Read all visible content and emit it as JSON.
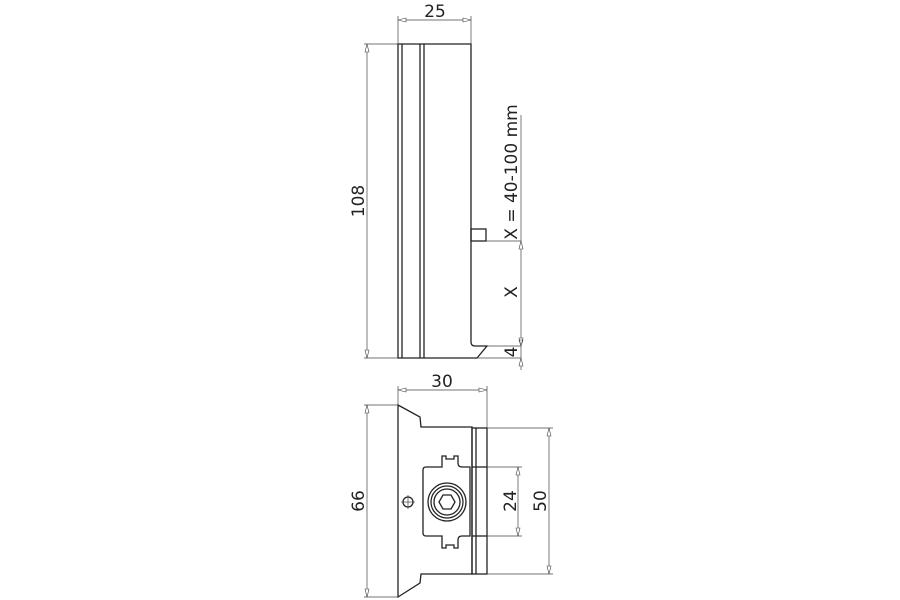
{
  "side_view": {
    "width_label": "25",
    "height_label": "108",
    "range_label": "X = 40-100 mm",
    "x_label": "X",
    "offset_label": "4"
  },
  "front_view": {
    "width_label": "30",
    "height_label": "66",
    "inner_label": "24",
    "outer_label": "50"
  }
}
